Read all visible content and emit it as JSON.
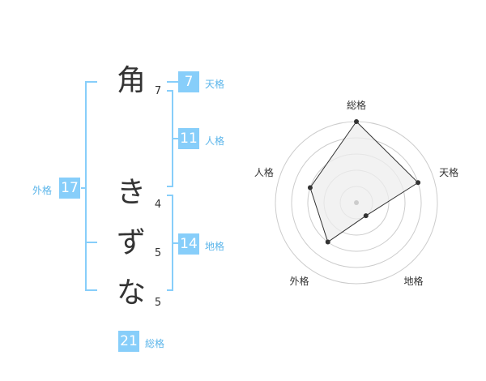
{
  "colors": {
    "accent": "#87cefa",
    "accent_text": "#5bb5ea",
    "ink": "#333333",
    "grid": "#cccccc",
    "radar_fill": "#eeeeee",
    "radar_line": "#333333",
    "center_dot": "#cccccc"
  },
  "name": {
    "characters": [
      {
        "char": "角",
        "strokes": "7"
      },
      {
        "char": "き",
        "strokes": "4"
      },
      {
        "char": "ず",
        "strokes": "5"
      },
      {
        "char": "な",
        "strokes": "5"
      }
    ]
  },
  "fortune": {
    "tenkaku": {
      "value": "7",
      "label": "天格"
    },
    "jinkaku": {
      "value": "11",
      "label": "人格"
    },
    "chikaku": {
      "value": "14",
      "label": "地格"
    },
    "gaikaku": {
      "value": "17",
      "label": "外格"
    },
    "soukaku": {
      "value": "21",
      "label": "総格"
    }
  },
  "chart_data": {
    "type": "radar",
    "axes": [
      "総格",
      "天格",
      "地格",
      "外格",
      "人格"
    ],
    "values": [
      5,
      4,
      1,
      3,
      3
    ],
    "max": 5,
    "rings": 5
  }
}
